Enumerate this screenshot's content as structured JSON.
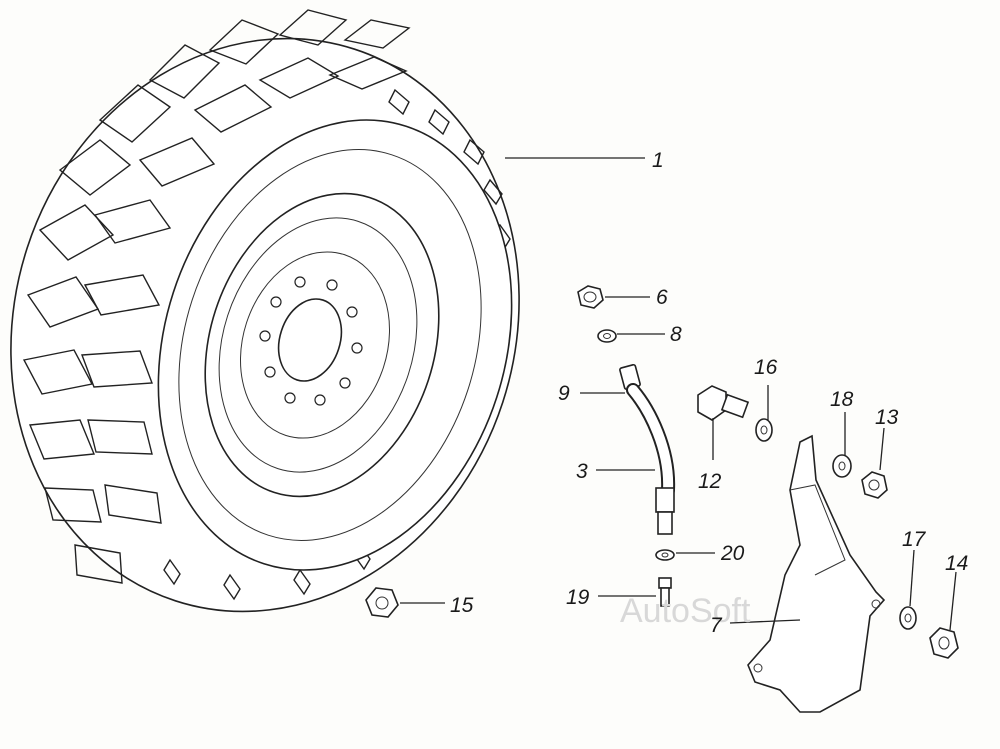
{
  "watermark": "AutoSoft",
  "callouts": {
    "c1": "1",
    "c3": "3",
    "c6": "6",
    "c7": "7",
    "c8": "8",
    "c9": "9",
    "c12": "12",
    "c13": "13",
    "c14": "14",
    "c15": "15",
    "c16": "16",
    "c17": "17",
    "c18": "18",
    "c19": "19",
    "c20": "20"
  }
}
